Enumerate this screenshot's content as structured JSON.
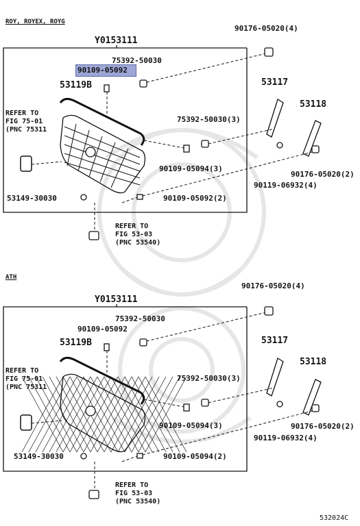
{
  "diagram_id": "532024C",
  "sections": [
    {
      "variant": "ROY, ROYEX, ROYG",
      "assembly": "Y0153111",
      "grille_type": "bars",
      "parts": [
        {
          "id": "p1",
          "code": "90176-05020",
          "qty": "(4)"
        },
        {
          "id": "p2",
          "code": "75392-50030",
          "qty": ""
        },
        {
          "id": "p3",
          "code": "90109-05092",
          "qty": "",
          "highlighted": true
        },
        {
          "id": "p4",
          "code": "53119B",
          "qty": ""
        },
        {
          "id": "p5",
          "code": "53117",
          "qty": ""
        },
        {
          "id": "p6",
          "code": "53118",
          "qty": ""
        },
        {
          "id": "p7",
          "code": "75392-50030",
          "qty": "(3)"
        },
        {
          "id": "p8",
          "code": "90109-05094",
          "qty": "(3)"
        },
        {
          "id": "p9",
          "code": "90176-05020",
          "qty": "(2)"
        },
        {
          "id": "p10",
          "code": "90119-06932",
          "qty": "(4)"
        },
        {
          "id": "p11",
          "code": "53149-30030",
          "qty": ""
        },
        {
          "id": "p12",
          "code": "90109-05092",
          "qty": "(2)"
        }
      ],
      "refs": [
        {
          "id": "r1",
          "line1": "REFER TO",
          "line2": "FIG 75-01",
          "line3": "(PNC 75311"
        },
        {
          "id": "r2",
          "line1": "REFER TO",
          "line2": "FIG 53-03",
          "line3": "(PNC 53540)"
        }
      ]
    },
    {
      "variant": "ATH",
      "assembly": "Y0153111",
      "grille_type": "mesh",
      "parts": [
        {
          "id": "p1",
          "code": "90176-05020",
          "qty": "(4)"
        },
        {
          "id": "p2",
          "code": "75392-50030",
          "qty": ""
        },
        {
          "id": "p3",
          "code": "90109-05092",
          "qty": ""
        },
        {
          "id": "p4",
          "code": "53119B",
          "qty": ""
        },
        {
          "id": "p5",
          "code": "53117",
          "qty": ""
        },
        {
          "id": "p6",
          "code": "53118",
          "qty": ""
        },
        {
          "id": "p7",
          "code": "75392-50030",
          "qty": "(3)"
        },
        {
          "id": "p8",
          "code": "90109-05094",
          "qty": "(3)"
        },
        {
          "id": "p9",
          "code": "90176-05020",
          "qty": "(2)"
        },
        {
          "id": "p10",
          "code": "90119-06932",
          "qty": "(4)"
        },
        {
          "id": "p11",
          "code": "53149-30030",
          "qty": ""
        },
        {
          "id": "p12",
          "code": "90109-05094",
          "qty": "(2)"
        }
      ],
      "refs": [
        {
          "id": "r1",
          "line1": "REFER TO",
          "line2": "FIG 75-01",
          "line3": "(PNC 75311"
        },
        {
          "id": "r2",
          "line1": "REFER TO",
          "line2": "FIG 53-03",
          "line3": "(PNC 53540)"
        }
      ]
    }
  ],
  "colors": {
    "ink": "#111111",
    "highlight": "#9ea6d6",
    "watermark": "#e4e4e4"
  }
}
